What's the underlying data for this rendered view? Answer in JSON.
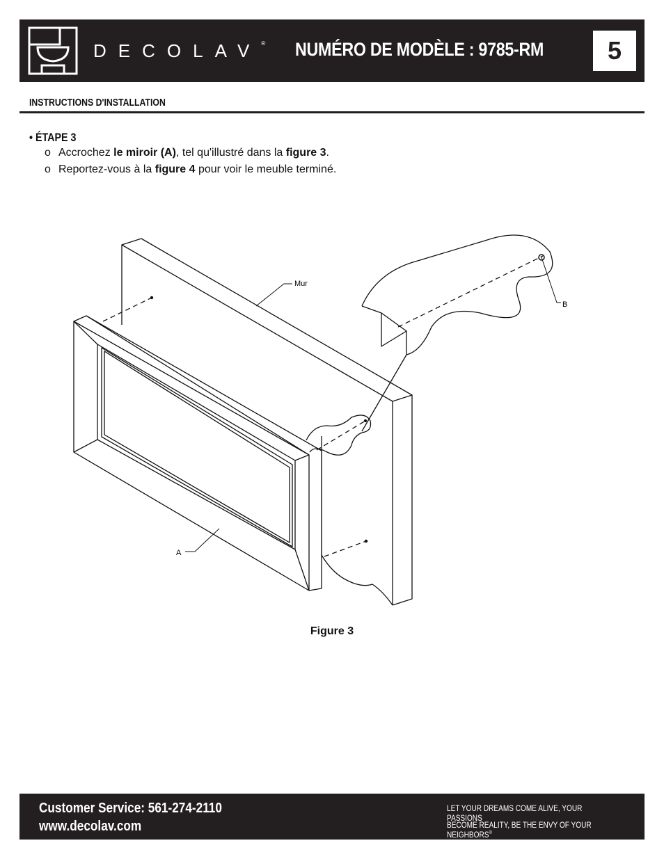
{
  "header": {
    "brand": "DECOLAV",
    "registered_mark": "®",
    "model_title": "NUMÉRO DE MODÈLE : 9785-RM",
    "page_number": "5"
  },
  "section": {
    "title": "INSTRUCTIONS D'INSTALLATION"
  },
  "step": {
    "title": "• ÉTAPE 3",
    "bullet_char": "o",
    "line1": {
      "pre": "Accrochez ",
      "bold1": "le miroir (A)",
      "mid": ", tel qu'illustré dans la ",
      "bold2": "figure 3",
      "post": "."
    },
    "line2": {
      "pre": "Reportez-vous à la ",
      "bold1": "figure 4",
      "post": " pour voir le meuble terminé."
    }
  },
  "figure": {
    "label_wall": "Mur",
    "label_a": "A",
    "label_b": "B",
    "caption": "Figure 3"
  },
  "footer": {
    "customer_service": "Customer Service: 561-274-2110",
    "website": "www.decolav.com",
    "tagline_line1": "LET YOUR DREAMS COME ALIVE, YOUR PASSIONS",
    "tagline_line2": "BECOME REALITY, BE THE ENVY OF YOUR NEIGHBORS",
    "tagline_mark": "®"
  }
}
